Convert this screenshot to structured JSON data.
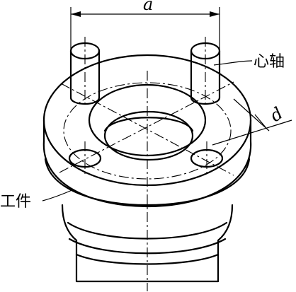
{
  "labels": {
    "dimension_a": "a",
    "dimension_d": "d",
    "mandrel": "心轴",
    "workpiece": "工件"
  },
  "colors": {
    "stroke": "#000000",
    "shaded_bore": "#c8c8c8",
    "background": "#ffffff"
  }
}
